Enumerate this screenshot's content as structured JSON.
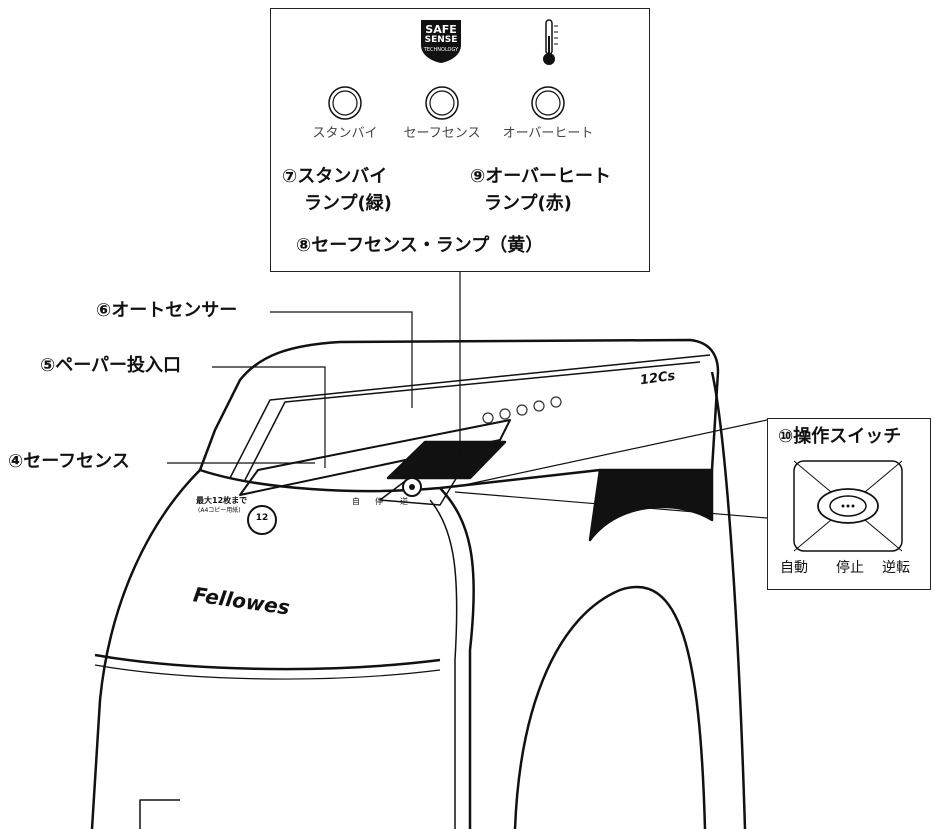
{
  "panel_top": {
    "safe_logo_line1": "SAFE",
    "safe_logo_line2": "SENSE",
    "safe_logo_line3": "TECHNOLOGY",
    "lamp_labels": [
      "スタンバイ",
      "セーフセンス",
      "オーバーヒート"
    ],
    "callout_7_line1": "⑦スタンバイ",
    "callout_7_line2": "ランプ(緑)",
    "callout_9_line1": "⑨オーバーヒート",
    "callout_9_line2": "ランプ(赤)",
    "callout_8": "⑧セーフセンス・ランプ（黄）"
  },
  "left_callouts": {
    "c6": "⑥オートセンサー",
    "c5": "⑤ペーパー投入口",
    "c4": "④セーフセンス"
  },
  "switch_panel": {
    "title": "⑩操作スイッチ",
    "labels": [
      "自動",
      "停止",
      "逆転"
    ]
  },
  "machine": {
    "brand": "Fellowes",
    "model": "12Cs",
    "capacity_line1": "最大12枚まで",
    "capacity_line2": "(A4コピー用紙)",
    "capacity_badge": "12",
    "console_labels": [
      "自",
      "停",
      "逆"
    ]
  },
  "icons": [
    "safe-sense-logo-icon",
    "thermometer-icon",
    "standby-lamp-icon",
    "safe-sense-lamp-icon",
    "overheat-lamp-icon",
    "switch-dial-icon"
  ]
}
